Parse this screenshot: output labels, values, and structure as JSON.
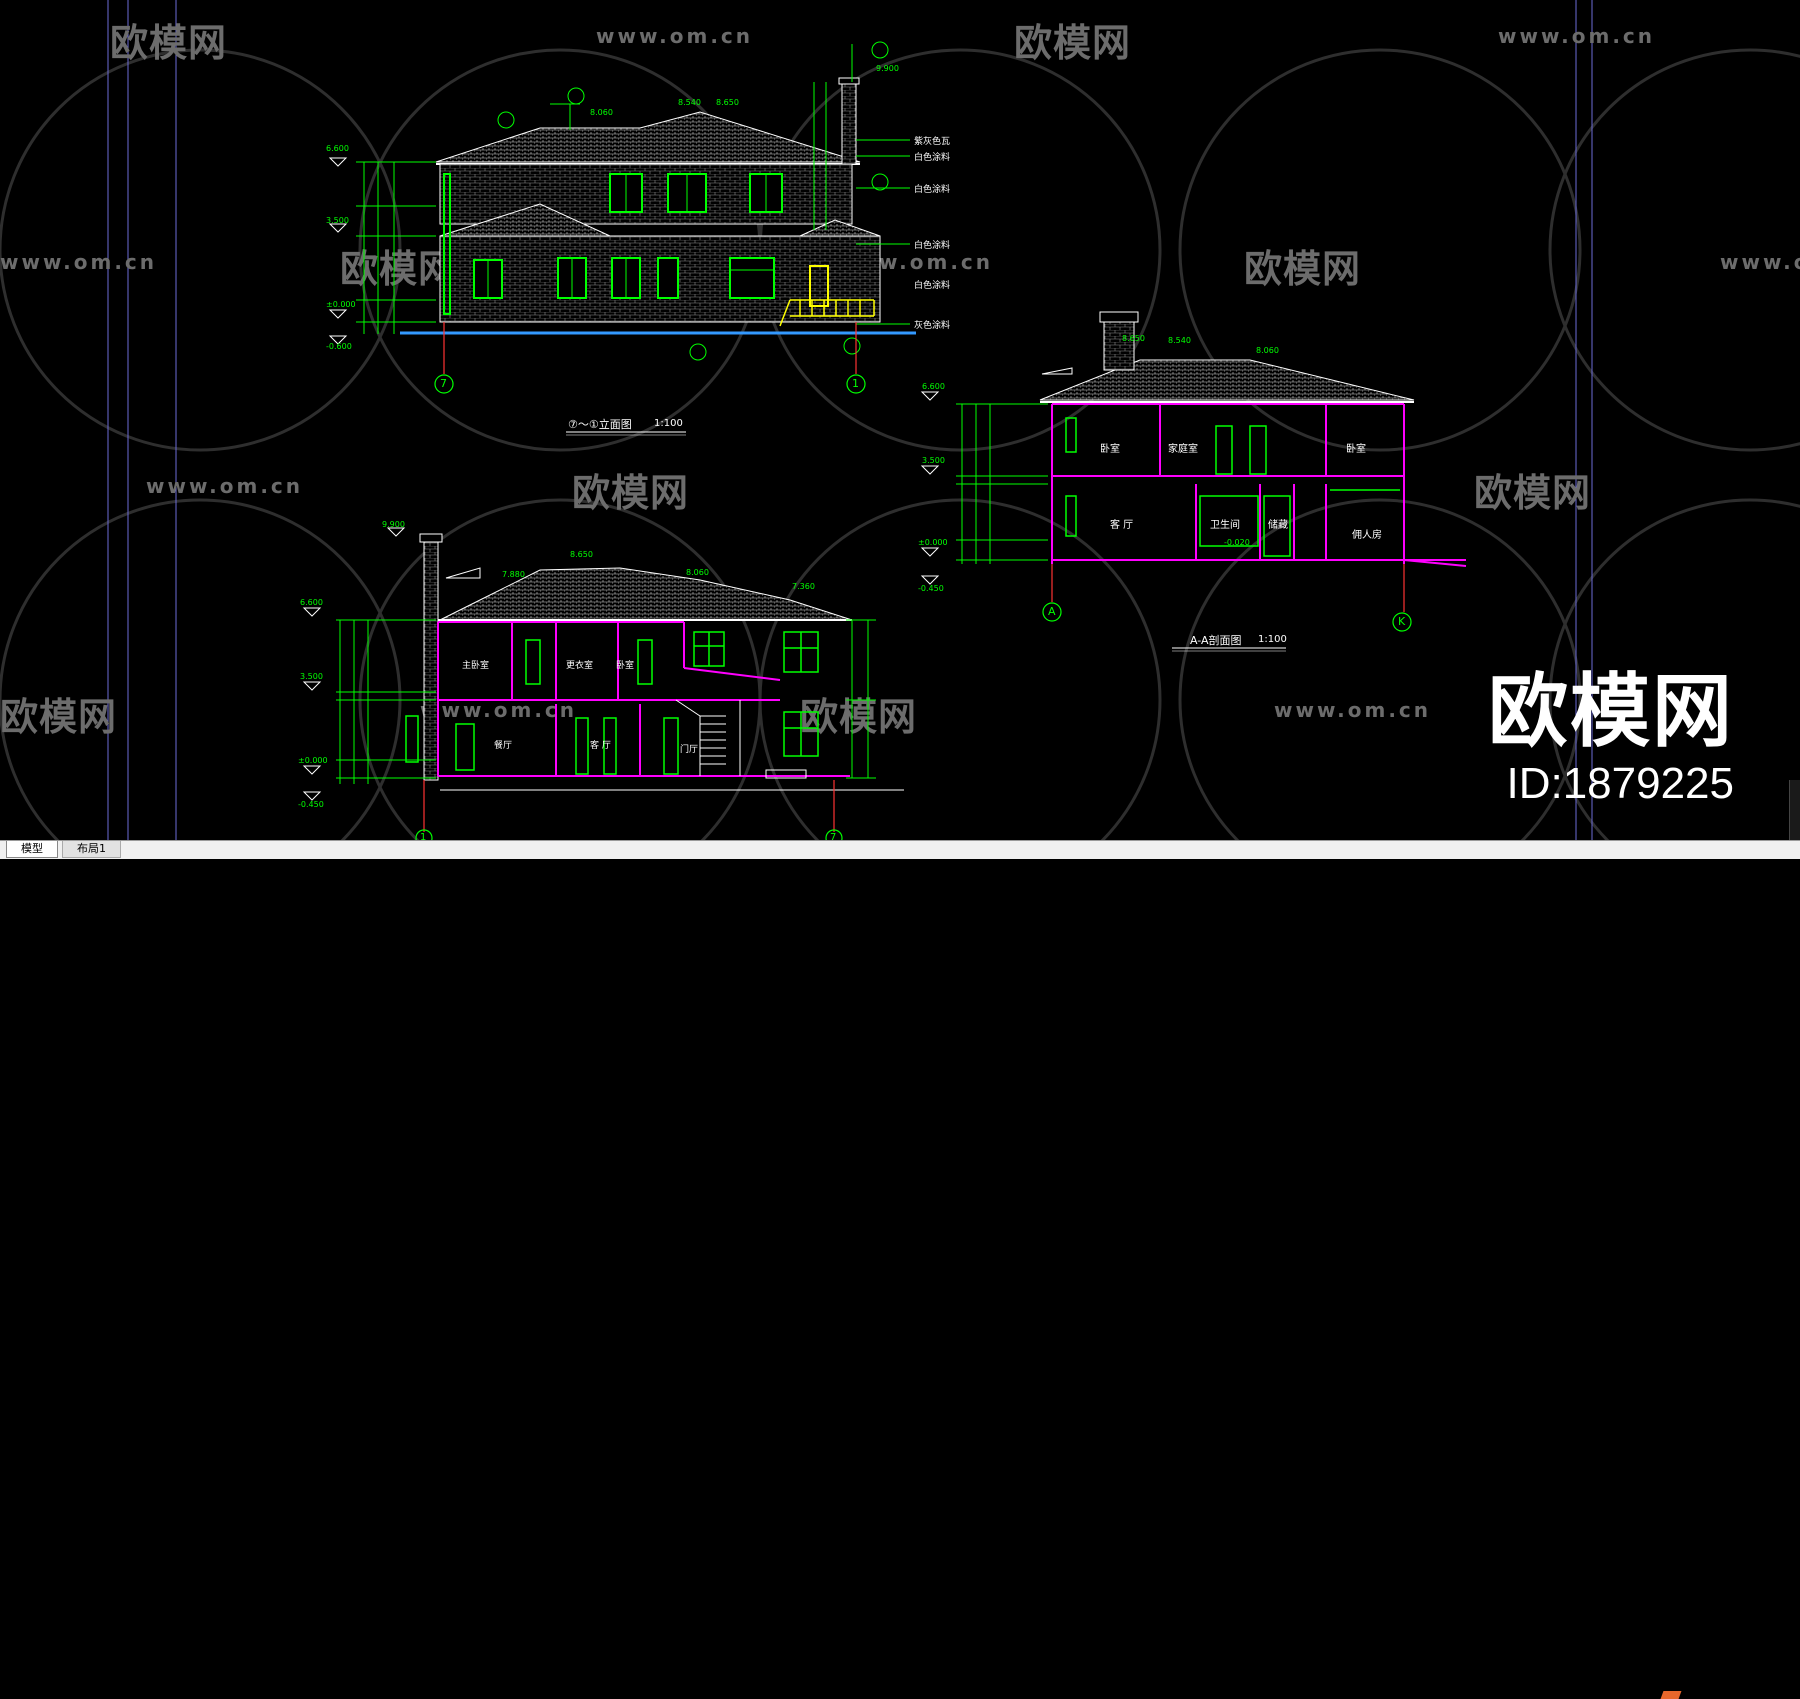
{
  "watermark": {
    "logo_text": "欧模网",
    "url_text": "www.om.cn",
    "brand_large": "欧模网",
    "brand_id": "ID:1879225"
  },
  "drawings": {
    "front_elevation": {
      "title": "⑦～①立面图",
      "scale": "1:100",
      "axis_left": "7",
      "axis_right": "1",
      "levels": [
        "6.600",
        "3.500",
        "±0.000",
        "-0.600"
      ],
      "roof_levels": [
        "8.060",
        "8.540",
        "8.650",
        "9.900"
      ],
      "notes": [
        "紫灰色瓦",
        "白色涂料",
        "白色涂料",
        "白色涂料",
        "白色涂料",
        "灰色涂料"
      ]
    },
    "section_aa": {
      "title": "A-A剖面图",
      "scale": "1:100",
      "axis_left": "A",
      "axis_right": "K",
      "levels": [
        "6.600",
        "3.500",
        "±0.000",
        "-0.450"
      ],
      "roof_levels": [
        "8.650",
        "8.540",
        "8.060"
      ],
      "rooms_upper": [
        "卧室",
        "家庭室",
        "卧室"
      ],
      "rooms_lower": [
        "客 厅",
        "卫生间",
        "储藏",
        "佣人房"
      ],
      "floor_level": "-0.020"
    },
    "side_section": {
      "levels": [
        "6.600",
        "3.500",
        "±0.000",
        "-0.450"
      ],
      "roof_levels": [
        "9.900",
        "7.880",
        "8.650",
        "8.060",
        "7.360"
      ],
      "rooms_upper": [
        "主卧室",
        "更衣室",
        "卧室"
      ],
      "rooms_lower": [
        "餐厅",
        "客 厅",
        "门厅"
      ],
      "axis_bottom_left": "1",
      "axis_bottom_right": "7"
    }
  },
  "tabs": [
    {
      "label": "模型",
      "active": true
    },
    {
      "label": "布局1",
      "active": false
    }
  ],
  "colors": {
    "background": "#000000",
    "lines_white": "#ffffff",
    "lines_green": "#00ff00",
    "lines_magenta": "#ff00ff",
    "lines_yellow": "#ffff00",
    "lines_blue": "#3399ff",
    "watermark": "#6c6c6c"
  }
}
